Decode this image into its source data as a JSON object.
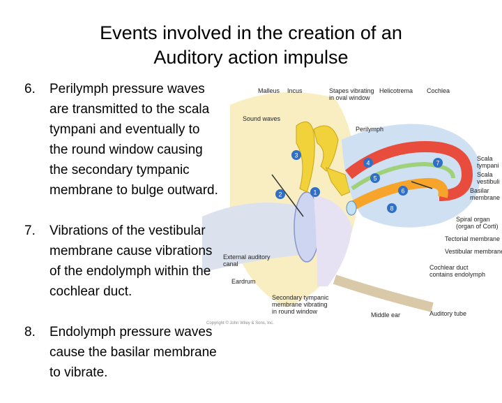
{
  "title": {
    "line1": "Events involved in the creation of an",
    "line2": "Auditory action impulse"
  },
  "bullets": [
    {
      "number": "6.",
      "lines": [
        "Perilymph pressure waves",
        "are transmitted to the scala",
        "tympani and eventually to",
        "the round window causing",
        "the secondary tympanic",
        "membrane to bulge outward."
      ]
    },
    {
      "number": "7.",
      "lines": [
        "Vibrations of the vestibular",
        "membrane cause vibrations",
        "of the endolymph within the",
        "cochlear duct."
      ]
    },
    {
      "number": "8.",
      "lines": [
        "Endolymph pressure waves",
        "cause the basilar membrane",
        "to vibrate."
      ]
    }
  ],
  "figure": {
    "labels": {
      "malleus": "Malleus",
      "incus": "Incus",
      "stapes": [
        "Stapes vibrating",
        "in oval window"
      ],
      "helicotrema": "Helicotrema",
      "cochlea": "Cochlea",
      "sound_waves": "Sound waves",
      "perilymph": "Perilymph",
      "scala_tympani": [
        "Scala",
        "tympani"
      ],
      "scala_vestibuli": [
        "Scala",
        "vestibuli"
      ],
      "basilar_membrane": [
        "Basilar",
        "membrane"
      ],
      "spiral_organ": [
        "Spiral organ",
        "(organ of Corti)"
      ],
      "tectorial_membrane": "Tectorial membrane",
      "vestibular_membrane": "Vestibular membrane",
      "external_auditory_canal": [
        "External auditory",
        "canal"
      ],
      "eardrum": "Eardrum",
      "cochlear_duct": [
        "Cochlear duct",
        "contains endolymph"
      ],
      "secondary_tympanic": [
        "Secondary tympanic",
        "membrane vibrating",
        "in round window"
      ],
      "middle_ear": "Middle ear",
      "auditory_tube": "Auditory tube"
    },
    "step_markers": [
      "1",
      "2",
      "3",
      "4",
      "5",
      "6",
      "7",
      "8"
    ],
    "copyright": "Copyright © John Wiley & Sons, Inc.",
    "colors": {
      "bone": "#f2d23a",
      "canal": "#dbe2ee",
      "perilymph": "#cfe0f2",
      "scala_vestibuli": "#e84c3d",
      "scala_tympani": "#f7a52a",
      "marker": "#2f6fc8"
    }
  }
}
